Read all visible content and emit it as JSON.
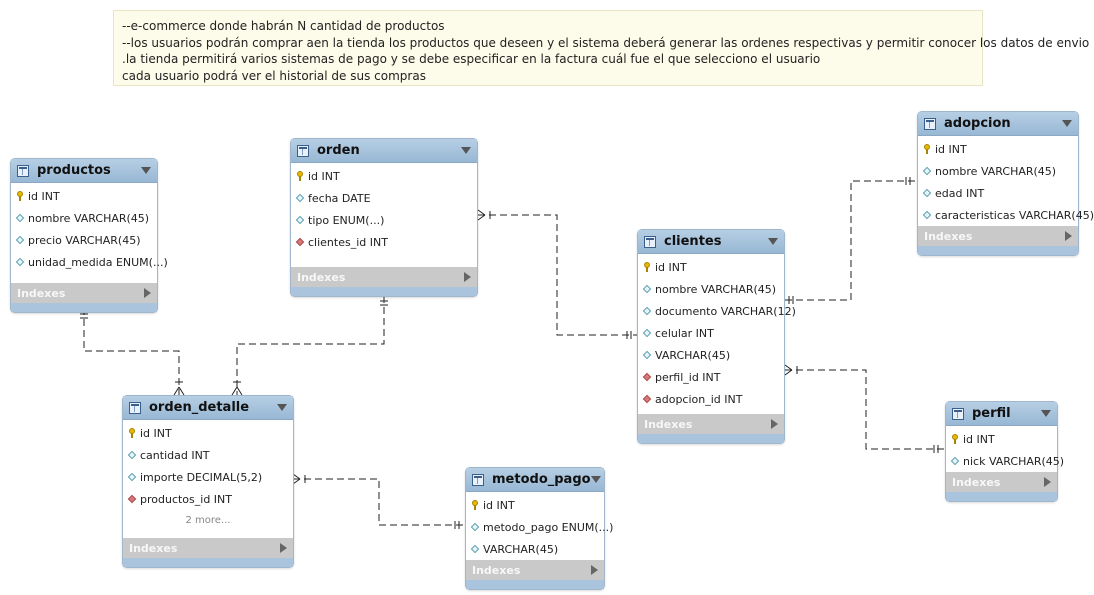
{
  "note": {
    "lines": [
      "--e-commerce donde habrán N cantidad de productos",
      "--los usuarios podrán comprar aen la tienda los productos que deseen y  el sistema deberá generar las ordenes respectivas y permitir conocer los datos de envio",
      ".la tienda permitirá varios sistemas de pago y se debe especificar en la factura cuál fue el que selecciono el usuario",
      "cada usuario podrá ver el historial de sus compras"
    ]
  },
  "tables": {
    "productos": {
      "name": "productos",
      "columns": [
        {
          "icon": "key",
          "text": "id INT"
        },
        {
          "icon": "attr",
          "text": "nombre VARCHAR(45)"
        },
        {
          "icon": "attr",
          "text": "precio VARCHAR(45)"
        },
        {
          "icon": "attr",
          "text": "unidad_medida ENUM(...)"
        }
      ],
      "indexes_label": "Indexes"
    },
    "orden": {
      "name": "orden",
      "columns": [
        {
          "icon": "key",
          "text": "id INT"
        },
        {
          "icon": "attr",
          "text": "fecha DATE"
        },
        {
          "icon": "attr",
          "text": "tipo ENUM(...)"
        },
        {
          "icon": "fk",
          "text": "clientes_id INT"
        }
      ],
      "indexes_label": "Indexes"
    },
    "orden_detalle": {
      "name": "orden_detalle",
      "columns": [
        {
          "icon": "key",
          "text": "id INT"
        },
        {
          "icon": "attr",
          "text": "cantidad INT"
        },
        {
          "icon": "attr",
          "text": "importe DECIMAL(5,2)"
        },
        {
          "icon": "fk",
          "text": "productos_id INT"
        }
      ],
      "more": "2 more...",
      "indexes_label": "Indexes"
    },
    "metodo_pago": {
      "name": "metodo_pago",
      "columns": [
        {
          "icon": "key",
          "text": "id INT"
        },
        {
          "icon": "attr",
          "text": "metodo_pago ENUM(...)"
        },
        {
          "icon": "attr",
          "text": " VARCHAR(45)"
        }
      ],
      "indexes_label": "Indexes"
    },
    "clientes": {
      "name": "clientes",
      "columns": [
        {
          "icon": "key",
          "text": "id INT"
        },
        {
          "icon": "attr",
          "text": "nombre VARCHAR(45)"
        },
        {
          "icon": "attr",
          "text": "documento VARCHAR(12)"
        },
        {
          "icon": "attr",
          "text": "celular INT"
        },
        {
          "icon": "attr",
          "text": " VARCHAR(45)"
        },
        {
          "icon": "fk",
          "text": "perfil_id INT"
        },
        {
          "icon": "fk",
          "text": "adopcion_id INT"
        }
      ],
      "indexes_label": "Indexes"
    },
    "adopcion": {
      "name": "adopcion",
      "columns": [
        {
          "icon": "key",
          "text": "id INT"
        },
        {
          "icon": "attr",
          "text": "nombre VARCHAR(45)"
        },
        {
          "icon": "attr",
          "text": "edad INT"
        },
        {
          "icon": "attr",
          "text": "caracteristicas VARCHAR(45)"
        }
      ],
      "indexes_label": "Indexes"
    },
    "perfil": {
      "name": "perfil",
      "columns": [
        {
          "icon": "key",
          "text": "id INT"
        },
        {
          "icon": "attr",
          "text": "nick VARCHAR(45)"
        }
      ],
      "indexes_label": "Indexes"
    }
  },
  "colors": {
    "header": "#98b8d4",
    "indexes_bar": "#c9c9c9",
    "note_bg": "#fdfbe9",
    "relation_line": "#222222"
  }
}
